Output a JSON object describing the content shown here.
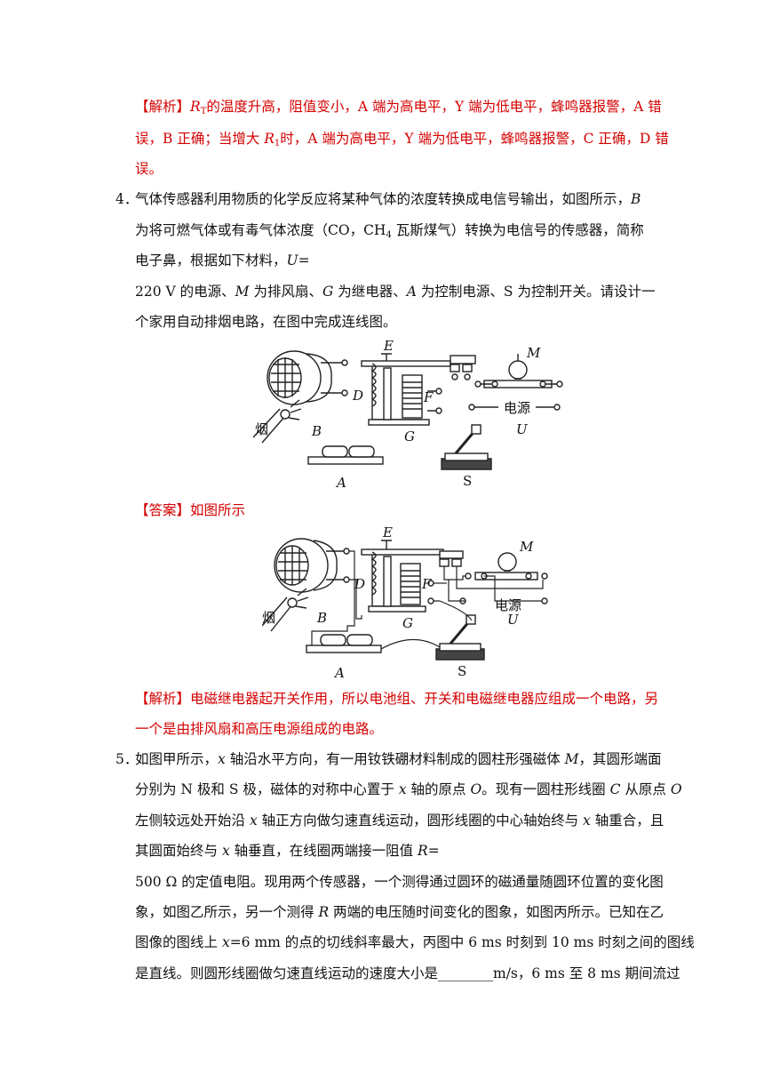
{
  "analysis3": {
    "tag": "【解析】",
    "l1_a": "R",
    "l1_sub": "T",
    "l1_b": "的温度升高，阻值变小，A 端为高电平，Y 端为低电平，蜂鸣器报警，A 错",
    "l2_a": "误，B 正确；当增大 ",
    "l2_r": "R",
    "l2_sub": "1",
    "l2_b": "时，A 端为高电平，Y 端为低电平，蜂鸣器报警，C 正确，D 错",
    "l3": "误。"
  },
  "q4": {
    "number": "4．",
    "l1_a": "气体传感器利用物质的化学反应将某种气体的浓度转换成电信号输出，如图所示，",
    "l1_b": "B",
    "l2_a": "为将可燃气体或有毒气体浓度（CO，CH",
    "l2_sub": "4",
    "l2_b": " 瓦斯煤气）转换为电信号的传感器，简称",
    "l3_a": "电子鼻，根据如下材料，",
    "l3_u": "U",
    "l3_b": "=",
    "l4_a": "220  V 的电源、",
    "l4_m": "M",
    "l4_b": " 为排风扇、",
    "l4_g": "G",
    "l4_c": " 为继电器、",
    "l4_ac": "A",
    "l4_d": " 为控制电源、S 为控制开关。请设计一",
    "l5": "个家用自动排烟电路，在图中完成连线图。",
    "fig_labels": {
      "E": "E",
      "M": "M",
      "D": "D",
      "F": "F",
      "smoke": "烟",
      "B": "B",
      "power": "电源",
      "U": "U",
      "G": "G",
      "A": "A",
      "S": "S"
    },
    "answer_tag": "【答案】",
    "answer_text": "如图所示",
    "analysis_tag": "【解析】",
    "analysis_l1": "电磁继电器起开关作用，所以电池组、开关和电磁继电器应组成一个电路，另",
    "analysis_l2": "一个是由排风扇和高压电源组成的电路。"
  },
  "q5": {
    "number": "5．",
    "l1_a": "如图甲所示，",
    "l1_x": "x",
    "l1_b": " 轴沿水平方向，有一用钕铁硼材料制成的圆柱形强磁体 ",
    "l1_m": "M",
    "l1_c": "，其圆形端面",
    "l2_a": "分别为 N 极和 S 极，磁体的对称中心置于 ",
    "l2_x": "x",
    "l2_b": " 轴的原点 ",
    "l2_o": "O",
    "l2_c": "。现有一圆柱形线圈 ",
    "l2_cc": "C",
    "l2_d": " 从原点 ",
    "l2_o2": "O",
    "l3_a": "左侧较远处开始沿 ",
    "l3_x": "x",
    "l3_b": " 轴正方向做匀速直线运动，圆形线圈的中心轴始终与 ",
    "l3_x2": "x",
    "l3_c": " 轴重合，且",
    "l4_a": "其圆面始终与 ",
    "l4_x": "x",
    "l4_b": " 轴垂直，在线圈两端接一阻值 ",
    "l4_r": "R",
    "l4_c": "=",
    "l5": "500  Ω 的定值电阻。现用两个传感器，一个测得通过圆环的磁通量随圆环位置的变化图",
    "l6_a": "象，如图乙所示，另一个测得 ",
    "l6_r": "R",
    "l6_b": " 两端的电压随时间变化的图象，如图丙所示。已知在乙",
    "l7_a": "图像的图线上 ",
    "l7_x": "x",
    "l7_b": "=6 mm 的点的切线斜率最大，丙图中 6 ms 时刻到 10 ms 时刻之间的图线",
    "l8": "是直线。则圆形线圈做匀速直线运动的速度大小是________m/s，6 ms 至 8 ms 期间流过"
  }
}
